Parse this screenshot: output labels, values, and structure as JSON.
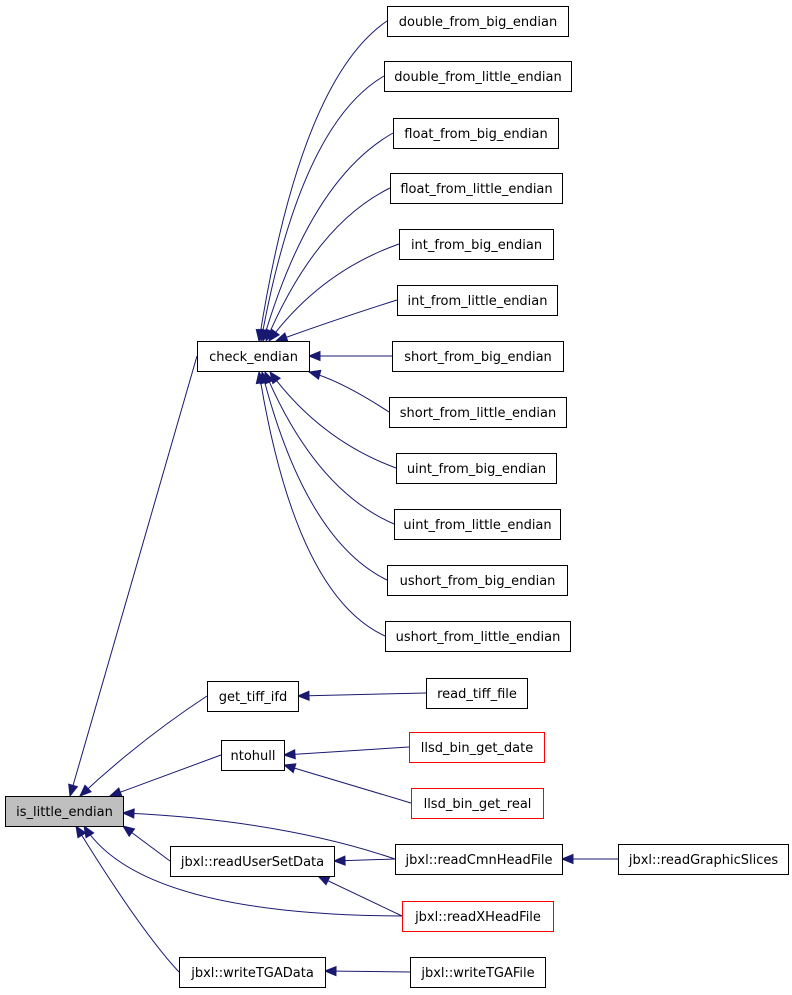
{
  "nodes": {
    "is_little_endian": {
      "label": "is_little_endian",
      "style": "root"
    },
    "check_endian": {
      "label": "check_endian",
      "style": "normal"
    },
    "double_from_big_endian": {
      "label": "double_from_big_endian",
      "style": "normal"
    },
    "double_from_little_endian": {
      "label": "double_from_little_endian",
      "style": "normal"
    },
    "float_from_big_endian": {
      "label": "float_from_big_endian",
      "style": "normal"
    },
    "float_from_little_endian": {
      "label": "float_from_little_endian",
      "style": "normal"
    },
    "int_from_big_endian": {
      "label": "int_from_big_endian",
      "style": "normal"
    },
    "int_from_little_endian": {
      "label": "int_from_little_endian",
      "style": "normal"
    },
    "short_from_big_endian": {
      "label": "short_from_big_endian",
      "style": "normal"
    },
    "short_from_little_endian": {
      "label": "short_from_little_endian",
      "style": "normal"
    },
    "uint_from_big_endian": {
      "label": "uint_from_big_endian",
      "style": "normal"
    },
    "uint_from_little_endian": {
      "label": "uint_from_little_endian",
      "style": "normal"
    },
    "ushort_from_big_endian": {
      "label": "ushort_from_big_endian",
      "style": "normal"
    },
    "ushort_from_little_endian": {
      "label": "ushort_from_little_endian",
      "style": "normal"
    },
    "get_tiff_ifd": {
      "label": "get_tiff_ifd",
      "style": "normal"
    },
    "read_tiff_file": {
      "label": "read_tiff_file",
      "style": "normal"
    },
    "ntohull": {
      "label": "ntohull",
      "style": "normal"
    },
    "llsd_bin_get_date": {
      "label": "llsd_bin_get_date",
      "style": "red"
    },
    "llsd_bin_get_real": {
      "label": "llsd_bin_get_real",
      "style": "red"
    },
    "readUserSetData": {
      "label": "jbxl::readUserSetData",
      "style": "normal"
    },
    "readCmnHeadFile": {
      "label": "jbxl::readCmnHeadFile",
      "style": "normal"
    },
    "readGraphicSlices": {
      "label": "jbxl::readGraphicSlices",
      "style": "normal"
    },
    "readXHeadFile": {
      "label": "jbxl::readXHeadFile",
      "style": "red"
    },
    "writeTGAData": {
      "label": "jbxl::writeTGAData",
      "style": "normal"
    },
    "writeTGAFile": {
      "label": "jbxl::writeTGAFile",
      "style": "normal"
    }
  },
  "edges": [
    {
      "from": "double_from_big_endian",
      "to": "check_endian"
    },
    {
      "from": "double_from_little_endian",
      "to": "check_endian"
    },
    {
      "from": "float_from_big_endian",
      "to": "check_endian"
    },
    {
      "from": "float_from_little_endian",
      "to": "check_endian"
    },
    {
      "from": "int_from_big_endian",
      "to": "check_endian"
    },
    {
      "from": "int_from_little_endian",
      "to": "check_endian"
    },
    {
      "from": "short_from_big_endian",
      "to": "check_endian"
    },
    {
      "from": "short_from_little_endian",
      "to": "check_endian"
    },
    {
      "from": "uint_from_big_endian",
      "to": "check_endian"
    },
    {
      "from": "uint_from_little_endian",
      "to": "check_endian"
    },
    {
      "from": "ushort_from_big_endian",
      "to": "check_endian"
    },
    {
      "from": "ushort_from_little_endian",
      "to": "check_endian"
    },
    {
      "from": "check_endian",
      "to": "is_little_endian"
    },
    {
      "from": "get_tiff_ifd",
      "to": "is_little_endian"
    },
    {
      "from": "read_tiff_file",
      "to": "get_tiff_ifd"
    },
    {
      "from": "ntohull",
      "to": "is_little_endian"
    },
    {
      "from": "llsd_bin_get_date",
      "to": "ntohull"
    },
    {
      "from": "llsd_bin_get_real",
      "to": "ntohull"
    },
    {
      "from": "readCmnHeadFile",
      "to": "is_little_endian"
    },
    {
      "from": "readUserSetData",
      "to": "is_little_endian"
    },
    {
      "from": "readXHeadFile",
      "to": "is_little_endian"
    },
    {
      "from": "writeTGAData",
      "to": "is_little_endian"
    },
    {
      "from": "readCmnHeadFile",
      "to": "readUserSetData"
    },
    {
      "from": "readXHeadFile",
      "to": "readUserSetData"
    },
    {
      "from": "readGraphicSlices",
      "to": "readCmnHeadFile"
    },
    {
      "from": "writeTGAFile",
      "to": "writeTGAData"
    }
  ],
  "colors": {
    "edge": "#191970",
    "root_fill": "#bfbfbf",
    "border": "#000000",
    "highlight_border": "#ff0000"
  }
}
